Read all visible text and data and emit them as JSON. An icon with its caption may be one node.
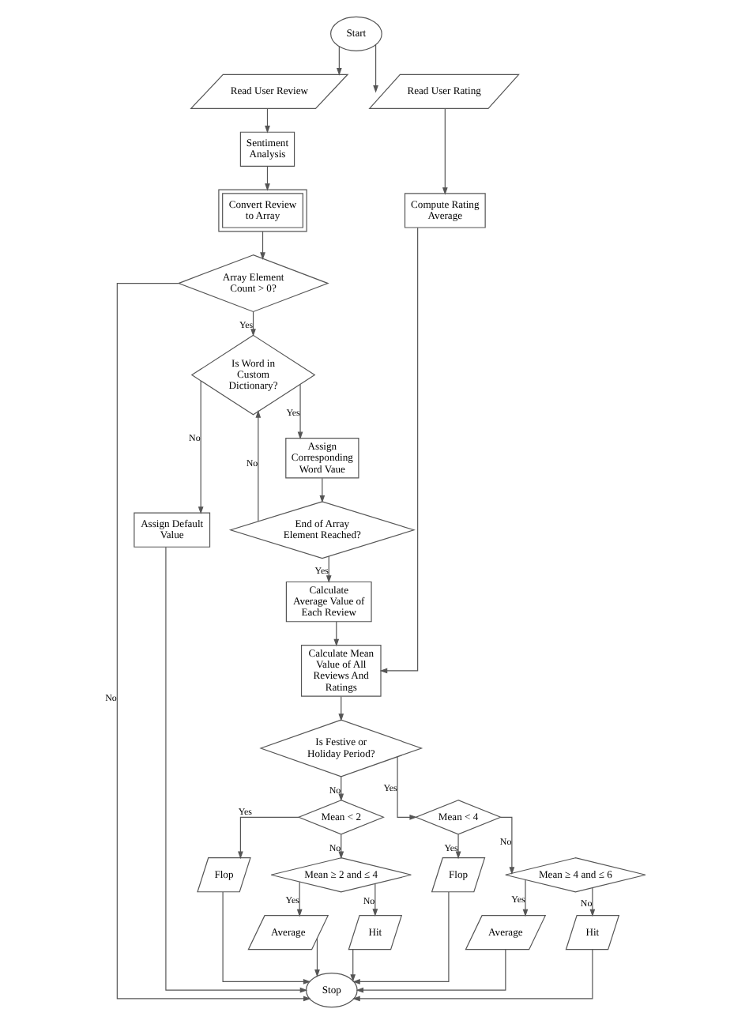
{
  "diagram": {
    "nodes": [
      {
        "text": [
          "Start"
        ]
      },
      {
        "text": [
          "Read User Review"
        ]
      },
      {
        "text": [
          "Sentiment Analysis"
        ]
      },
      {
        "text": [
          "Read User Rating"
        ]
      },
      {
        "text": [
          "Convert Review to Array"
        ]
      },
      {
        "text": [
          "Compute Rating Average"
        ]
      },
      {
        "text": [
          "Array Element Count > 0?"
        ]
      },
      {
        "text": [
          "Assign Default Value"
        ]
      },
      {
        "text": [
          "Is Word in Custom Dictionary?"
        ]
      },
      {
        "text": [
          "Assign Corresponding Word Vaue"
        ]
      },
      {
        "text": [
          "End of Array Element Reached?"
        ]
      },
      {
        "text": [
          "Calculate Average Value of Each Review"
        ]
      },
      {
        "text": [
          "Calculate Mean Value of All Reviews And Ratings"
        ]
      },
      {
        "text": [
          "Is Festive or Holiday Period?"
        ]
      },
      {
        "text": [
          "Mean < 2"
        ]
      },
      {
        "text": [
          "Flop"
        ]
      },
      {
        "text": [
          "Mean < 4"
        ]
      },
      {
        "text": [
          "Flop"
        ]
      },
      {
        "text": [
          "Mean ≥ 2 and ≤ 4"
        ]
      },
      {
        "text": [
          "Average"
        ]
      },
      {
        "text": [
          "Average"
        ]
      },
      {
        "text": [
          "Mean ≥ 4 and ≤ 6"
        ]
      },
      {
        "text": [
          "Hit"
        ]
      },
      {
        "text": [
          "Hit"
        ]
      },
      {
        "text": [
          "Stop"
        ]
      }
    ],
    "edges": [
      {
        "from": 0,
        "to": 1,
        "arrow": "to"
      },
      {
        "from": 0,
        "to": 3,
        "arrow": "to"
      },
      {
        "from": 1,
        "to": 2,
        "arrow": "to"
      },
      {
        "from": 2,
        "to": 4,
        "arrow": "to"
      },
      {
        "from": 3,
        "to": 5,
        "arrow": "to"
      },
      {
        "from": 4,
        "to": 6,
        "arrow": "to"
      },
      {
        "from": 6,
        "to": 8,
        "arrow": "to",
        "label": "Yes"
      },
      {
        "from": 6,
        "to": 24,
        "arrow": "to",
        "label": "No"
      },
      {
        "from": 8,
        "to": 7,
        "arrow": "to",
        "label": "No"
      },
      {
        "from": 8,
        "to": 9,
        "arrow": "to",
        "label": "Yes"
      },
      {
        "from": 9,
        "to": 10,
        "arrow": "to"
      },
      {
        "from": 10,
        "to": 8,
        "arrow": "to",
        "label": "No"
      },
      {
        "from": 10,
        "to": 11,
        "arrow": "to",
        "label": "Yes"
      },
      {
        "from": 7,
        "to": 24,
        "arrow": "to"
      },
      {
        "from": 11,
        "to": 12,
        "arrow": "to"
      },
      {
        "from": 5,
        "to": 12,
        "arrow": "to"
      },
      {
        "from": 12,
        "to": 13,
        "arrow": "to"
      },
      {
        "from": 13,
        "to": 14,
        "arrow": "to",
        "label": "No"
      },
      {
        "from": 13,
        "to": 16,
        "arrow": "to",
        "label": "Yes"
      },
      {
        "from": 14,
        "to": 15,
        "arrow": "to",
        "label": "Yes"
      },
      {
        "from": 14,
        "to": 18,
        "arrow": "to",
        "label": "No"
      },
      {
        "from": 16,
        "to": 17,
        "arrow": "to",
        "label": "Yes"
      },
      {
        "from": 16,
        "to": 21,
        "arrow": "to",
        "label": "No"
      },
      {
        "from": 18,
        "to": 19,
        "arrow": "to",
        "label": "Yes"
      },
      {
        "from": 18,
        "to": 22,
        "arrow": "to",
        "label": "No"
      },
      {
        "from": 21,
        "to": 20,
        "arrow": "to",
        "label": "Yes"
      },
      {
        "from": 21,
        "to": 23,
        "arrow": "to",
        "label": "No"
      },
      {
        "from": 17,
        "to": 24,
        "arrow": "to"
      },
      {
        "from": 20,
        "to": 24,
        "arrow": "to"
      },
      {
        "from": 23,
        "to": 24,
        "arrow": "to"
      },
      {
        "from": 22,
        "to": 24,
        "arrow": "to"
      },
      {
        "from": 15,
        "to": 24,
        "arrow": "to"
      },
      {
        "from": 19,
        "to": 24,
        "arrow": "to"
      }
    ]
  }
}
